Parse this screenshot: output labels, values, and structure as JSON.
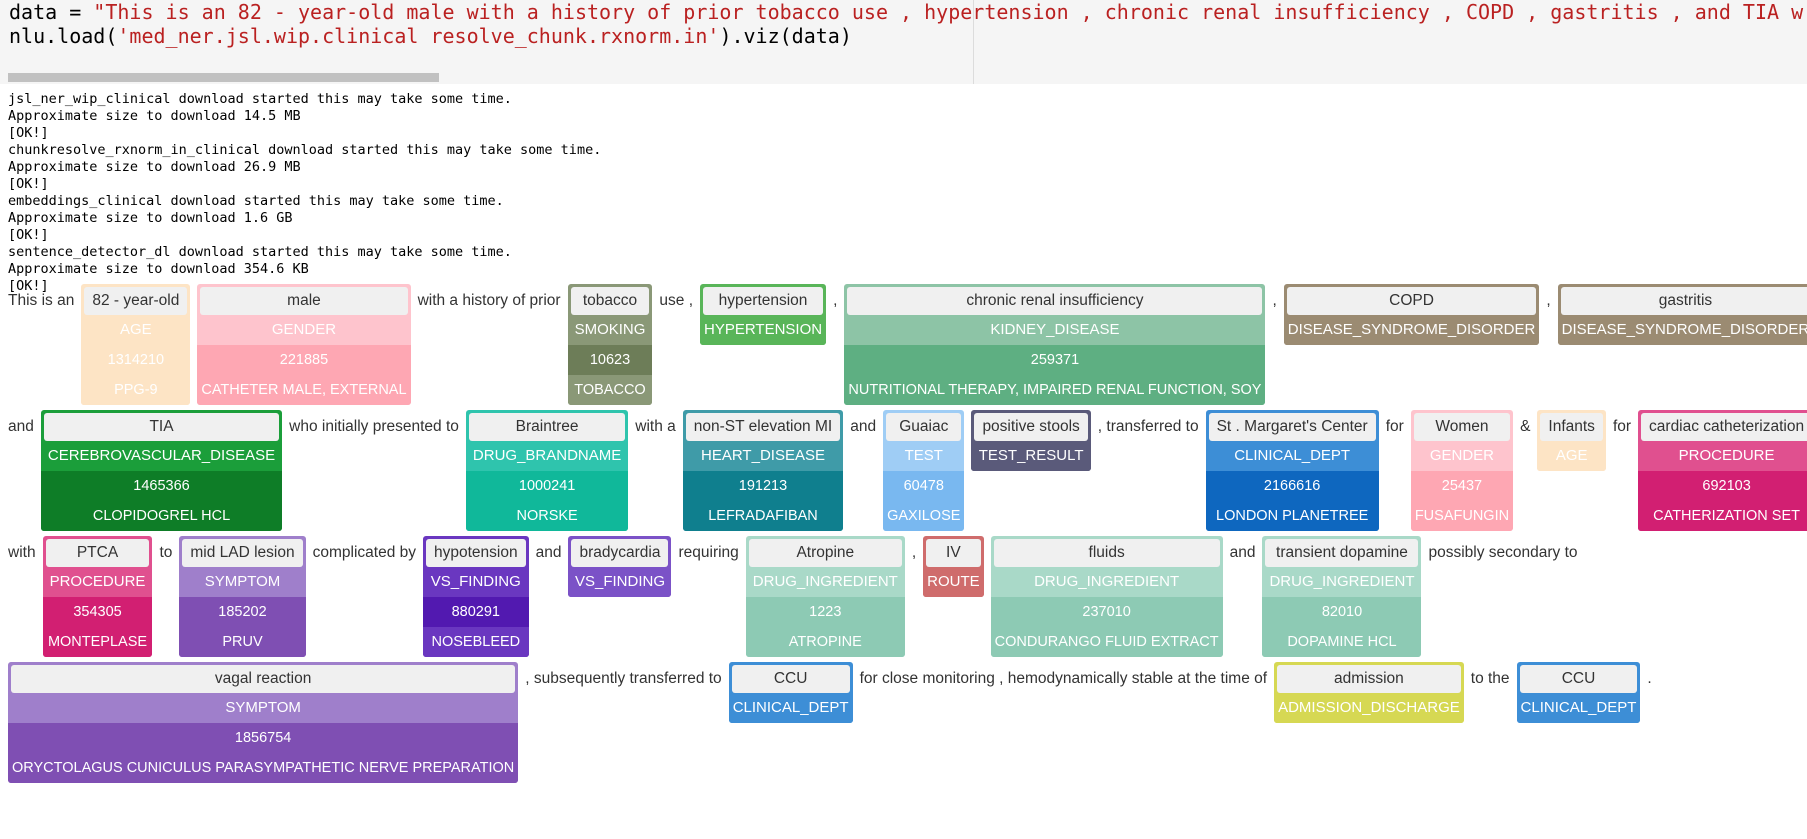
{
  "code": {
    "line1_prefix": "data = ",
    "line1_string": "\"This is an 82 - year-old male with a history of prior tobacco use , hypertension , chronic renal insufficiency , COPD , gastritis , and TIA w",
    "line2_prefix": "nlu.load(",
    "line2_string": "'med_ner.jsl.wip.clinical resolve_chunk.rxnorm.in'",
    "line2_suffix": ").viz(data)"
  },
  "log_lines": [
    "jsl_ner_wip_clinical download started this may take some time.",
    "Approximate size to download 14.5 MB",
    "[OK!]",
    "chunkresolve_rxnorm_in_clinical download started this may take some time.",
    "Approximate size to download 26.9 MB",
    "[OK!]",
    "embeddings_clinical download started this may take some time.",
    "Approximate size to download 1.6 GB",
    "[OK!]",
    "sentence_detector_dl download started this may take some time.",
    "Approximate size to download 354.6 KB",
    "[OK!]"
  ],
  "rows": [
    [
      {
        "t": "text",
        "v": "This is an"
      },
      {
        "t": "ent",
        "chunk": "82 - year-old",
        "label": "AGE",
        "code": "1314210",
        "res": "PPG-9",
        "c": [
          "#fde4c5",
          "#fde4c5",
          "#fde4c5",
          "#fde4c5"
        ]
      },
      {
        "t": "ent",
        "chunk": "male",
        "label": "GENDER",
        "code": "221885",
        "res": "CATHETER MALE, EXTERNAL",
        "c": [
          "#fec4cd",
          "#fec4cd",
          "#fea7b3",
          "#fea7b3"
        ]
      },
      {
        "t": "text",
        "v": "with a history of prior"
      },
      {
        "t": "ent",
        "chunk": "tobacco",
        "label": "SMOKING",
        "code": "10623",
        "res": "TOBACCO",
        "c": [
          "#8a9877",
          "#8a9877",
          "#6d7d58",
          "#8a9877"
        ]
      },
      {
        "t": "text",
        "v": "use ,"
      },
      {
        "t": "ent",
        "chunk": "hypertension",
        "label": "HYPERTENSION",
        "c": [
          "#59b559",
          "#59b559"
        ]
      },
      {
        "t": "text",
        "v": ","
      },
      {
        "t": "ent",
        "chunk": "chronic renal insufficiency",
        "label": "KIDNEY_DISEASE",
        "code": "259371",
        "res": "NUTRITIONAL THERAPY, IMPAIRED RENAL FUNCTION, SOY",
        "c": [
          "#8dc4a6",
          "#8dc4a6",
          "#5eaf82",
          "#5eaf82"
        ]
      },
      {
        "t": "text",
        "v": ","
      },
      {
        "t": "ent",
        "chunk": "COPD",
        "label": "DISEASE_SYNDROME_DISORDER",
        "c": [
          "#9b8b72",
          "#9b8b72"
        ]
      },
      {
        "t": "text",
        "v": ","
      },
      {
        "t": "ent",
        "chunk": "gastritis",
        "label": "DISEASE_SYNDROME_DISORDER",
        "c": [
          "#9b8b72",
          "#9b8b72"
        ]
      },
      {
        "t": "text",
        "v": ","
      }
    ],
    [
      {
        "t": "text",
        "v": "and"
      },
      {
        "t": "ent",
        "chunk": "TIA",
        "label": "CEREBROVASCULAR_DISEASE",
        "code": "1465366",
        "res": "CLOPIDOGREL HCL",
        "c": [
          "#1b9e3a",
          "#1b9e3a",
          "#0e7d27",
          "#0e7d27"
        ]
      },
      {
        "t": "text",
        "v": "who initially presented to"
      },
      {
        "t": "ent",
        "chunk": "Braintree",
        "label": "DRUG_BRANDNAME",
        "code": "1000241",
        "res": "NORSKE",
        "c": [
          "#2fc4ad",
          "#2fc4ad",
          "#10b89a",
          "#10b89a"
        ]
      },
      {
        "t": "text",
        "v": "with a"
      },
      {
        "t": "ent",
        "chunk": "non-ST elevation MI",
        "label": "HEART_DISEASE",
        "code": "191213",
        "res": "LEFRADAFIBAN",
        "c": [
          "#3f9ba8",
          "#3f9ba8",
          "#0f7f8e",
          "#0f7f8e"
        ]
      },
      {
        "t": "text",
        "v": "and"
      },
      {
        "t": "ent",
        "chunk": "Guaiac",
        "label": "TEST",
        "code": "60478",
        "res": "GAXILOSE",
        "c": [
          "#9fcdf5",
          "#9fcdf5",
          "#79b8f0",
          "#79b8f0"
        ]
      },
      {
        "t": "ent",
        "chunk": "positive stools",
        "label": "TEST_RESULT",
        "c": [
          "#5a5a7a",
          "#5a5a7a"
        ]
      },
      {
        "t": "text",
        "v": ", transferred to"
      },
      {
        "t": "ent",
        "chunk": "St . Margaret's Center",
        "label": "CLINICAL_DEPT",
        "code": "2166616",
        "res": "LONDON PLANETREE",
        "c": [
          "#3d8ed6",
          "#3d8ed6",
          "#0e67bf",
          "#0e67bf"
        ]
      },
      {
        "t": "text",
        "v": "for"
      },
      {
        "t": "ent",
        "chunk": "Women",
        "label": "GENDER",
        "code": "25437",
        "res": "FUSAFUNGIN",
        "c": [
          "#fec4cd",
          "#fec4cd",
          "#fea7b3",
          "#fea7b3"
        ]
      },
      {
        "t": "text",
        "v": "&"
      },
      {
        "t": "ent",
        "chunk": "Infants",
        "label": "AGE",
        "c": [
          "#fde4c5",
          "#fde4c5"
        ]
      },
      {
        "t": "text",
        "v": "for"
      },
      {
        "t": "ent",
        "chunk": "cardiac catheterization",
        "label": "PROCEDURE",
        "code": "692103",
        "res": "CATHERIZATION SET",
        "c": [
          "#e0508f",
          "#e0508f",
          "#d21f72",
          "#d21f72"
        ]
      }
    ],
    [
      {
        "t": "text",
        "v": "with"
      },
      {
        "t": "ent",
        "chunk": "PTCA",
        "label": "PROCEDURE",
        "code": "354305",
        "res": "MONTEPLASE",
        "c": [
          "#e0508f",
          "#e0508f",
          "#d21f72",
          "#d21f72"
        ]
      },
      {
        "t": "text",
        "v": "to"
      },
      {
        "t": "ent",
        "chunk": "mid LAD lesion",
        "label": "SYMPTOM",
        "code": "185202",
        "res": "PRUV",
        "c": [
          "#9f7fcb",
          "#9f7fcb",
          "#7f4fb3",
          "#7f4fb3"
        ]
      },
      {
        "t": "text",
        "v": "complicated by"
      },
      {
        "t": "ent",
        "chunk": "hypotension",
        "label": "VS_FINDING",
        "code": "880291",
        "res": "NOSEBLEED",
        "c": [
          "#6a37c0",
          "#6a37c0",
          "#5219b0",
          "#6a37c0"
        ]
      },
      {
        "t": "text",
        "v": "and"
      },
      {
        "t": "ent",
        "chunk": "bradycardia",
        "label": "VS_FINDING",
        "c": [
          "#7b52c7",
          "#7b52c7"
        ]
      },
      {
        "t": "text",
        "v": "requiring"
      },
      {
        "t": "ent",
        "chunk": "Atropine",
        "label": "DRUG_INGREDIENT",
        "code": "1223",
        "res": "ATROPINE",
        "c": [
          "#a9d9c8",
          "#a9d9c8",
          "#8dcab4",
          "#8dcab4"
        ]
      },
      {
        "t": "text",
        "v": ","
      },
      {
        "t": "ent",
        "chunk": "IV",
        "label": "ROUTE",
        "c": [
          "#cf6c6c",
          "#cf6c6c"
        ]
      },
      {
        "t": "ent",
        "chunk": "fluids",
        "label": "DRUG_INGREDIENT",
        "code": "237010",
        "res": "CONDURANGO FLUID EXTRACT",
        "c": [
          "#a9d9c8",
          "#a9d9c8",
          "#8dcab4",
          "#8dcab4"
        ]
      },
      {
        "t": "text",
        "v": "and"
      },
      {
        "t": "ent",
        "chunk": "transient dopamine",
        "label": "DRUG_INGREDIENT",
        "code": "82010",
        "res": "DOPAMINE HCL",
        "c": [
          "#a9d9c8",
          "#a9d9c8",
          "#8dcab4",
          "#8dcab4"
        ]
      },
      {
        "t": "text",
        "v": "possibly secondary to"
      }
    ],
    [
      {
        "t": "ent",
        "chunk": "vagal reaction",
        "label": "SYMPTOM",
        "code": "1856754",
        "res": "ORYCTOLAGUS CUNICULUS PARASYMPATHETIC NERVE PREPARATION",
        "c": [
          "#9f7fcb",
          "#9f7fcb",
          "#7f4fb3",
          "#7f4fb3"
        ]
      },
      {
        "t": "text",
        "v": ", subsequently transferred to"
      },
      {
        "t": "ent",
        "chunk": "CCU",
        "label": "CLINICAL_DEPT",
        "c": [
          "#3d8ed6",
          "#3d8ed6"
        ]
      },
      {
        "t": "text",
        "v": "for close monitoring , hemodynamically stable at the time of"
      },
      {
        "t": "ent",
        "chunk": "admission",
        "label": "ADMISSION_DISCHARGE",
        "c": [
          "#d6d853",
          "#d6d853"
        ]
      },
      {
        "t": "text",
        "v": "to the"
      },
      {
        "t": "ent",
        "chunk": "CCU",
        "label": "CLINICAL_DEPT",
        "c": [
          "#3d8ed6",
          "#3d8ed6"
        ]
      },
      {
        "t": "text",
        "v": "."
      }
    ]
  ]
}
